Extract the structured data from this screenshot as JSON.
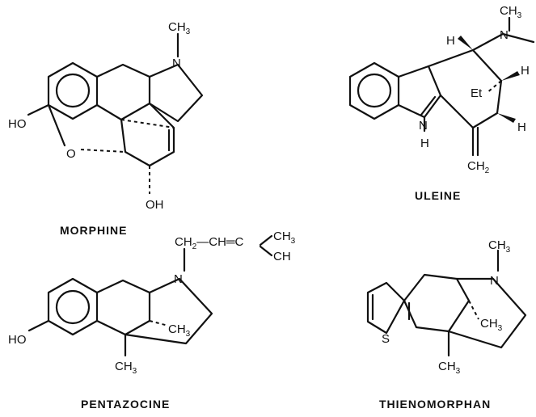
{
  "molecules": {
    "morphine": {
      "name": "MORPHINE",
      "labels": {
        "ho": "HO",
        "o": "O",
        "oh": "OH",
        "n": "N",
        "methyl": "CH",
        "methyl_sub": "3"
      }
    },
    "uleine": {
      "name": "ULEINE",
      "labels": {
        "n_top": "N",
        "methyl": "CH",
        "methyl_sub": "3",
        "h1": "H",
        "h2": "H",
        "h3": "H",
        "et": "Et",
        "nh_n": "N",
        "nh_h": "H",
        "ch2": "CH",
        "ch2_sub": "2"
      }
    },
    "pentazocine": {
      "name": "PENTAZOCINE",
      "labels": {
        "ho": "HO",
        "n": "N",
        "side_chain_1": "CH",
        "side_chain_1_sub": "2",
        "side_chain_2": "—CH═C",
        "top_methyl": "CH",
        "top_methyl_sub": "3",
        "bottom_methyl_frag": "CH",
        "bridge_methyl": "CH",
        "bridge_methyl_sub": "3",
        "lower_methyl": "CH",
        "lower_methyl_sub": "3"
      }
    },
    "thienomorphan": {
      "name": "THIENOMORPHAN",
      "labels": {
        "n": "N",
        "methyl": "CH",
        "methyl_sub": "3",
        "s": "S",
        "bridge_methyl": "CH",
        "bridge_methyl_sub": "3",
        "lower_methyl": "CH",
        "lower_methyl_sub": "3"
      }
    }
  }
}
